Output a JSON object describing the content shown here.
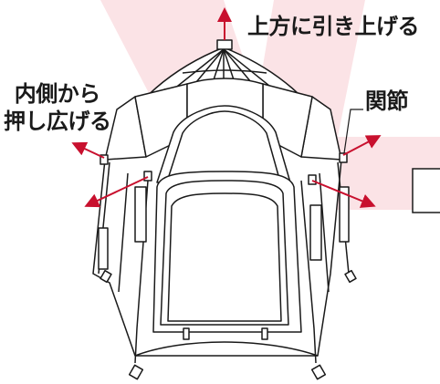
{
  "labels": {
    "pull_up": "上方に引き上げる",
    "push_out_line1": "内側から",
    "push_out_line2": "押し広げる",
    "joint": "関節"
  },
  "colors": {
    "arrow": "#c8102e",
    "outline": "#1a1a1a",
    "watermark": "#fbe3e6"
  }
}
